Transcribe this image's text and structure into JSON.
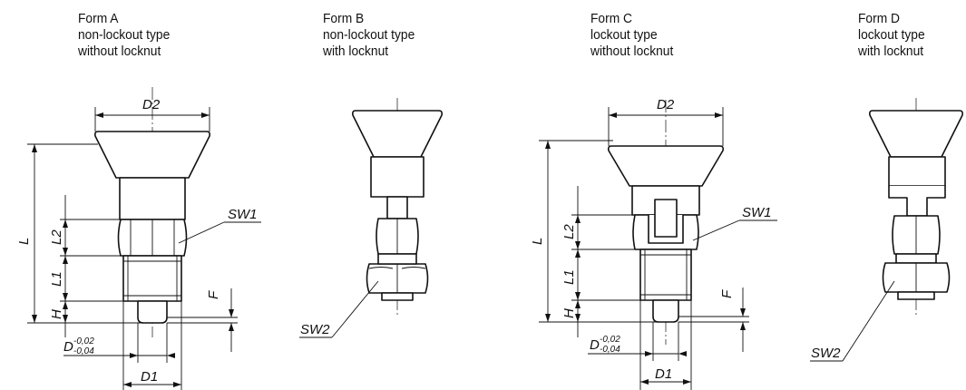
{
  "forms": [
    {
      "form": "Form A",
      "type": "non-lockout type",
      "nut": "without locknut"
    },
    {
      "form": "Form B",
      "type": "non-lockout type",
      "nut": "with locknut"
    },
    {
      "form": "Form C",
      "type": "lockout type",
      "nut": "without locknut"
    },
    {
      "form": "Form D",
      "type": "lockout type",
      "nut": "with locknut"
    }
  ],
  "labels": {
    "d2": "D2",
    "l": "L",
    "l1": "L1",
    "l2": "L2",
    "h": "H",
    "f": "F",
    "d": "D",
    "d_tol_upper": "-0,02",
    "d_tol_lower": "-0,04",
    "d1": "D1",
    "sw1": "SW1",
    "sw2": "SW2"
  }
}
